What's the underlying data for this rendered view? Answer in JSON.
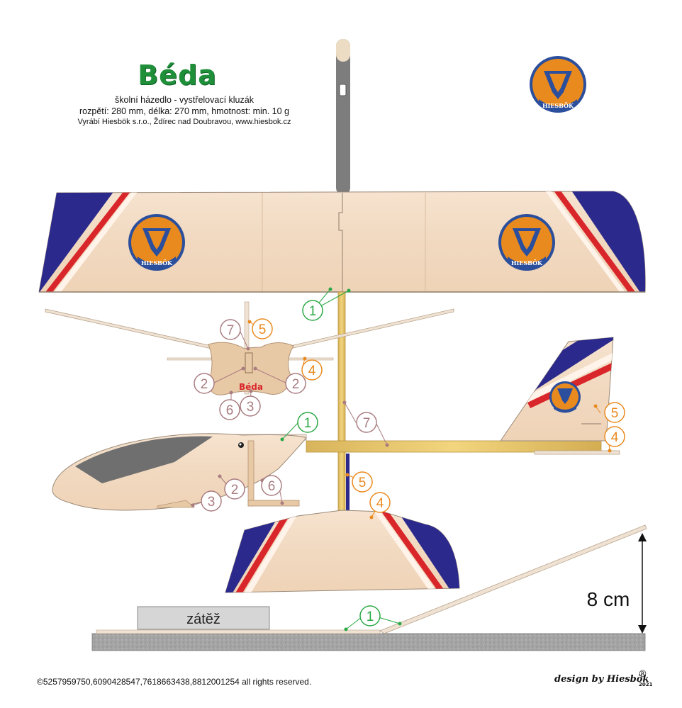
{
  "title": "Béda",
  "subtitle_line1": "školní házedlo - vystřelovací kluzák",
  "subtitle_line2": "rozpětí: 280 mm, délka: 270 mm, hmotnost: min. 10 g",
  "subtitle_line3": "Vyrábí Hiesbök s.r.o., Ždírec  nad Doubravou, www.hiesbok.cz",
  "logo_text": "HIESBÖK",
  "fuselage_print": "Béda",
  "weight_label": "zátěž",
  "height_label": "8 cm",
  "callouts": [
    "1",
    "1",
    "1",
    "2",
    "2",
    "2",
    "3",
    "3",
    "4",
    "4",
    "4",
    "5",
    "5",
    "5",
    "6",
    "6",
    "7",
    "7"
  ],
  "footer": "©5257959750,6090428547,7618663438,8812001254 all rights reserved.",
  "signature": "design by Hiesbök",
  "registered": "®",
  "year": "2021",
  "colors": {
    "balsa": "#f3dcc4",
    "blue": "#2b2a8c",
    "red": "#d9262a",
    "green": "#2aa845",
    "orange": "#e98a1e",
    "mauve": "#a97c80",
    "stick": "#e6c46a",
    "rail": "#a9a9a9"
  }
}
